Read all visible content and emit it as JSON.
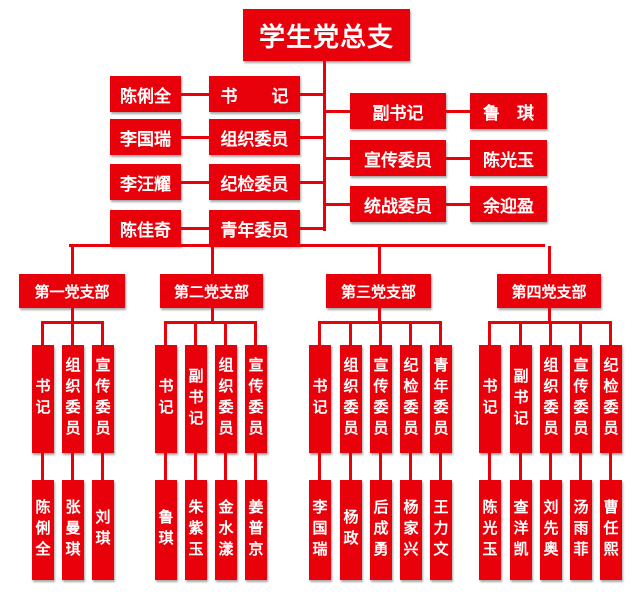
{
  "root": "学生党总支",
  "left_rows": [
    {
      "name": "陈俐全",
      "role": "书　　记"
    },
    {
      "name": "李国瑞",
      "role": "组织委员"
    },
    {
      "name": "李汪耀",
      "role": "纪检委员"
    },
    {
      "name": "陈佳奇",
      "role": "青年委员"
    }
  ],
  "right_rows": [
    {
      "role": "副书记",
      "name": "鲁　琪"
    },
    {
      "role": "宣传委员",
      "name": "陈光玉"
    },
    {
      "role": "统战委员",
      "name": "余迎盈"
    }
  ],
  "branches": [
    {
      "name": "第一党支部",
      "roles": [
        "书记",
        "组织委员",
        "宣传委员"
      ],
      "people": [
        "陈俐全",
        "张曼琪",
        "刘琪"
      ]
    },
    {
      "name": "第二党支部",
      "roles": [
        "书记",
        "副书记",
        "组织委员",
        "宣传委员"
      ],
      "people": [
        "鲁琪",
        "朱紫玉",
        "金水漾",
        "姜普京"
      ]
    },
    {
      "name": "第三党支部",
      "roles": [
        "书记",
        "组织委员",
        "宣传委员",
        "纪检委员",
        "青年委员"
      ],
      "people": [
        "李国瑞",
        "杨政",
        "后成勇",
        "杨家兴",
        "王力文"
      ]
    },
    {
      "name": "第四党支部",
      "roles": [
        "书记",
        "副书记",
        "组织委员",
        "宣传委员",
        "纪检委员"
      ],
      "people": [
        "陈光玉",
        "查洋凯",
        "刘先奥",
        "汤雨菲",
        "曹任熙"
      ]
    }
  ]
}
